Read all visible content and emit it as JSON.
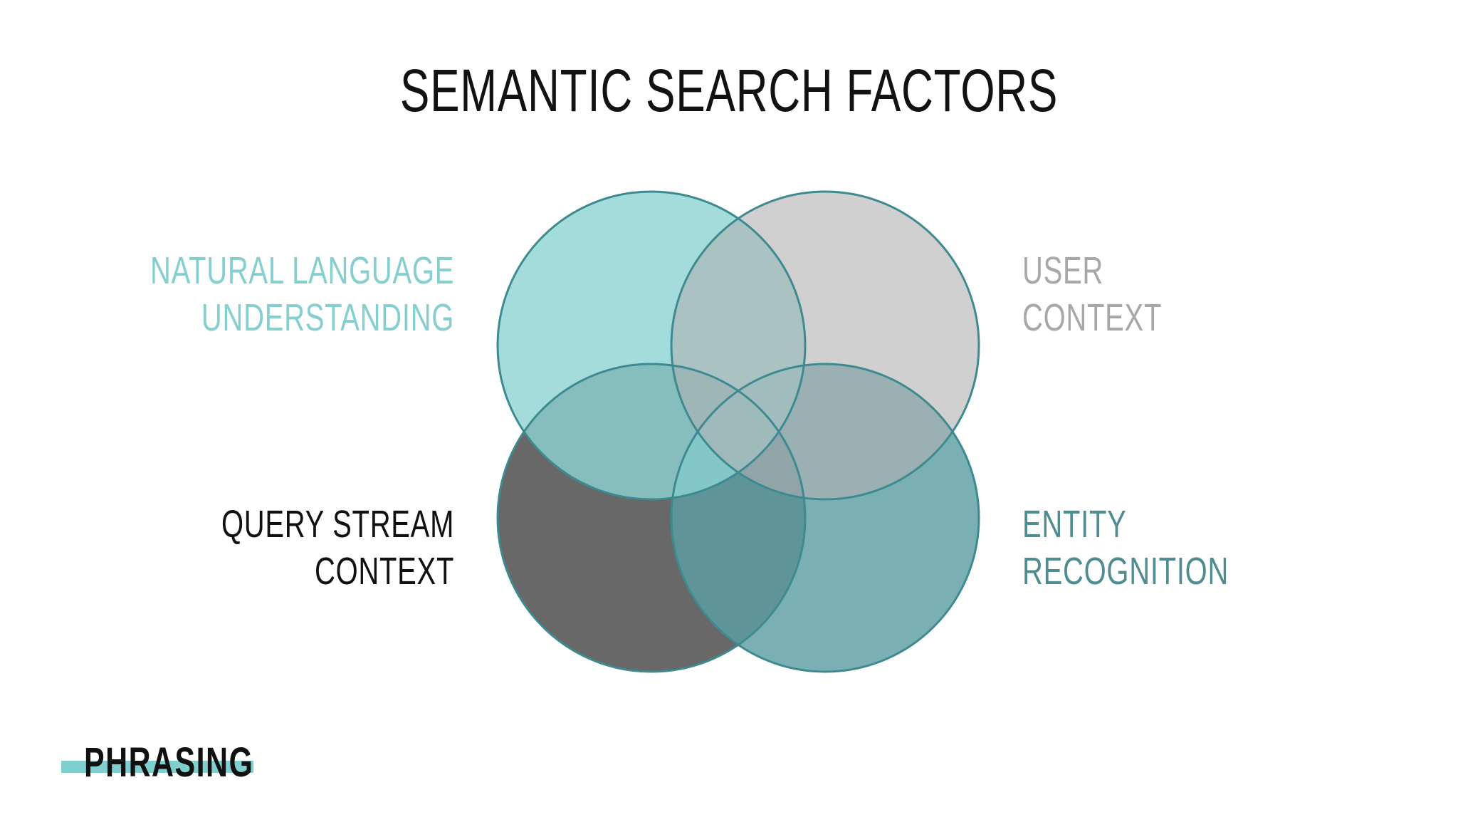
{
  "title": "SEMANTIC SEARCH FACTORS",
  "circles": [
    {
      "id": "nlu",
      "label_lines": [
        "NATURAL LANGUAGE",
        "UNDERSTANDING"
      ],
      "fill": "#8dd3d3",
      "label_color": "#86cfcf"
    },
    {
      "id": "user",
      "label_lines": [
        "USER",
        "CONTEXT"
      ],
      "fill": "#b0b0b0",
      "label_color": "#a8a8a8"
    },
    {
      "id": "query",
      "label_lines": [
        "QUERY STREAM",
        "CONTEXT"
      ],
      "fill": "#585858",
      "label_color": "#111111"
    },
    {
      "id": "entity",
      "label_lines": [
        "ENTITY",
        "RECOGNITION"
      ],
      "fill": "#5d9ea3",
      "label_color": "#4f8d91"
    }
  ],
  "outline_color": "#3d8a90",
  "logo": {
    "text": "PHRASING",
    "bar_color": "#7fcfcf"
  }
}
